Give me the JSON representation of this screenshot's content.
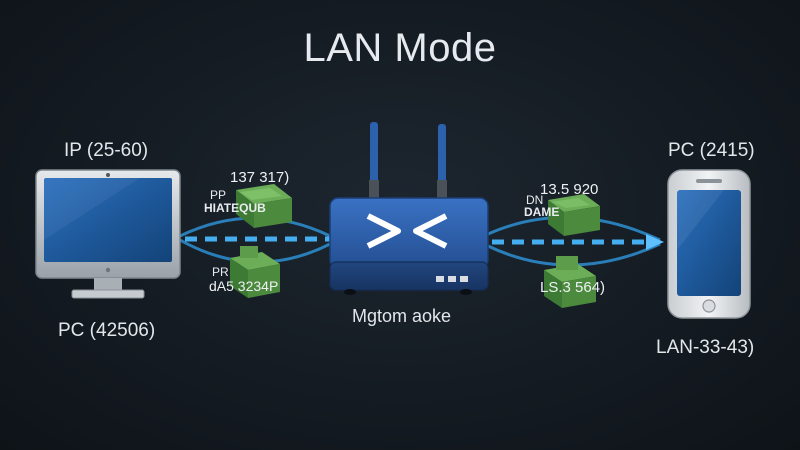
{
  "title": "LAN Mode",
  "left_device": {
    "top_label": "IP (25-60)",
    "bottom_label": "PC (42506)"
  },
  "right_device": {
    "top_label": "PC (2415)",
    "bottom_label": "LAN-33-43)"
  },
  "router": {
    "label": "Mgtom aoke"
  },
  "left_packets": {
    "upper_value": "137 317)",
    "upper_line1": "PP",
    "upper_line2": "HIATEQUB",
    "lower_line1": "PR",
    "lower_line2": "dA5 3234P"
  },
  "right_packets": {
    "upper_value": "13.5 920",
    "upper_line1": "DN",
    "upper_line2": "DAME",
    "lower_value": "LS.3 564)"
  },
  "colors": {
    "background": "#141b22",
    "router_blue": "#2a5aa3",
    "link_blue": "#3aa0e0",
    "packet_green": "#4c8a3e",
    "screen_blue": "#1f5fa8"
  }
}
